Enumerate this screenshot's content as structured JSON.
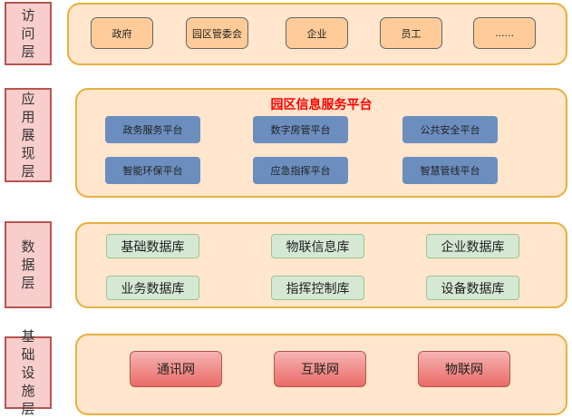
{
  "layers": {
    "access": {
      "label": "访问层",
      "items": [
        "政府",
        "园区管委会",
        "企业",
        "员工",
        "......"
      ]
    },
    "application": {
      "label": "应用展现层",
      "title": "园区信息服务平台",
      "items": [
        "政务服务平台",
        "数字房管平台",
        "公共安全平台",
        "智能环保平台",
        "应急指挥平台",
        "智慧管线平台"
      ]
    },
    "data": {
      "label": "数据层",
      "items": [
        "基础数据库",
        "物联信息库",
        "企业数据库",
        "业务数据库",
        "指挥控制库",
        "设备数据库"
      ]
    },
    "infra": {
      "label": "基础设施层",
      "items": [
        "通讯网",
        "互联网",
        "物联网"
      ]
    }
  }
}
